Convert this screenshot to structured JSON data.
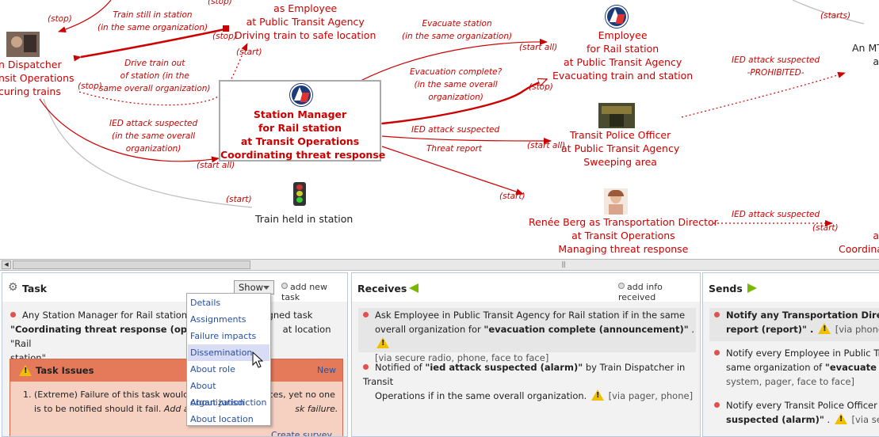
{
  "graph": {
    "edge_labels": {
      "stop_top": "(stop)",
      "train_still": "Train still in station\n(in the same organization)",
      "stop_dispatcher": "(stop)",
      "drive_out": "Drive train out\nof station (in the\nsame overall organization)",
      "stop_small": "(stop)",
      "start_mid": "(start)",
      "ied_left": "IED attack suspected\n(in the same overall\norganization)",
      "start_all_left": "(start all)",
      "start_signal": "(start)",
      "evacuate_station": "Evacuate station\n(in the same organization)",
      "start_all_top": "(start all)",
      "evac_complete": "Evacuation complete?\n(in the same overall\norganization)",
      "stop_right": "(stop)",
      "ied_mid": "IED attack suspected",
      "threat_report": "Threat report",
      "start_all_police": "(start all)",
      "start_director": "(start)",
      "ied_prohibited": "IED attack suspected\n-PROHIBITED-",
      "starts_top": "(starts)",
      "ied_bottom_right": "IED attack suspected",
      "start_bottom_right": "(start)"
    },
    "nodes": {
      "top_employee": "as Employee\nat Public Transit Agency\nDriving train to safe location",
      "dispatcher": "n Dispatcher\nnsit Operations\ncuring trains",
      "station_manager": "Station Manager\nfor Rail station\nat Transit Operations\nCoordinating threat response",
      "train_held": "Train held in station",
      "employee_rail": "Employee\nfor Rail station\nat Public Transit Agency\nEvacuating train and station",
      "police": "Transit Police Officer\nat Public Transit Agency\nSweeping area",
      "director": "Renée Berg as Transportation Director\nat Transit Operations\nManaging threat response",
      "mt_partial": "An MT\nat",
      "coordina_partial": "at\nCoordina"
    }
  },
  "task_panel": {
    "title": "Task",
    "show_label": "Show",
    "add_new": "add new task",
    "desc_a": "Any Station Manager for Rail station a",
    "desc_b": "s is assigned task",
    "desc_bold": "\"Coordinating threat response (operati",
    "desc_c": "at location \"Rail",
    "desc_d": "station\".",
    "issues_title": "Task Issues",
    "issues_new": "New",
    "issue_a": "1. (Extreme) Failure of this task would have",
    "issue_b": "ces, yet no one",
    "issue_c": "is to be notified should it fail.",
    "issue_d": "Add a notific",
    "issue_e": "sk failure.",
    "create_survey": "Create survey"
  },
  "show_menu": {
    "items": [
      "Details",
      "Assignments",
      "Failure impacts",
      "Dissemination",
      "About role",
      "About organization",
      "About jurisdiction",
      "About location"
    ],
    "highlighted": "Dissemination"
  },
  "receives_panel": {
    "title": "Receives",
    "add_info": "add info received",
    "item1_a": "Ask Employee in Public Transit Agency for Rail station if in the same",
    "item1_b": "overall organization for ",
    "item1_bold": "\"evacuation complete (announcement)\"",
    "item1_c": " .",
    "item1_via": "[via secure radio, phone, face to face]",
    "item2_a": "Notified of ",
    "item2_bold": "\"ied attack suspected (alarm)\"",
    "item2_b": " by Train Dispatcher in Transit",
    "item2_c": "Operations if in the same overall organization.",
    "item2_via": "[via pager, phone]"
  },
  "sends_panel": {
    "title": "Sends",
    "item1_bold_a": "Notify any Transportation Director",
    "item1_bold_b": "report (report)\" .",
    "item1_via": "[via phone, fa",
    "item2_a": "Notify every Employee in Public Tra",
    "item2_b": "same organization of ",
    "item2_bold": "\"evacuate sta",
    "item2_c": "system, pager, face to face]",
    "item3_a": "Notify every Transit Police Officer in",
    "item3_bold": "suspected (alarm)\"",
    "item3_b": " .",
    "item3_via": "[via secu"
  },
  "colors": {
    "edge_red": "#cc0000",
    "edge_gray": "#bbbbbb",
    "panel_border": "#b9c9dc",
    "issue_header": "#e57a5b",
    "menu_highlight": "#d8dcf5",
    "arrow_green": "#7ab800"
  }
}
